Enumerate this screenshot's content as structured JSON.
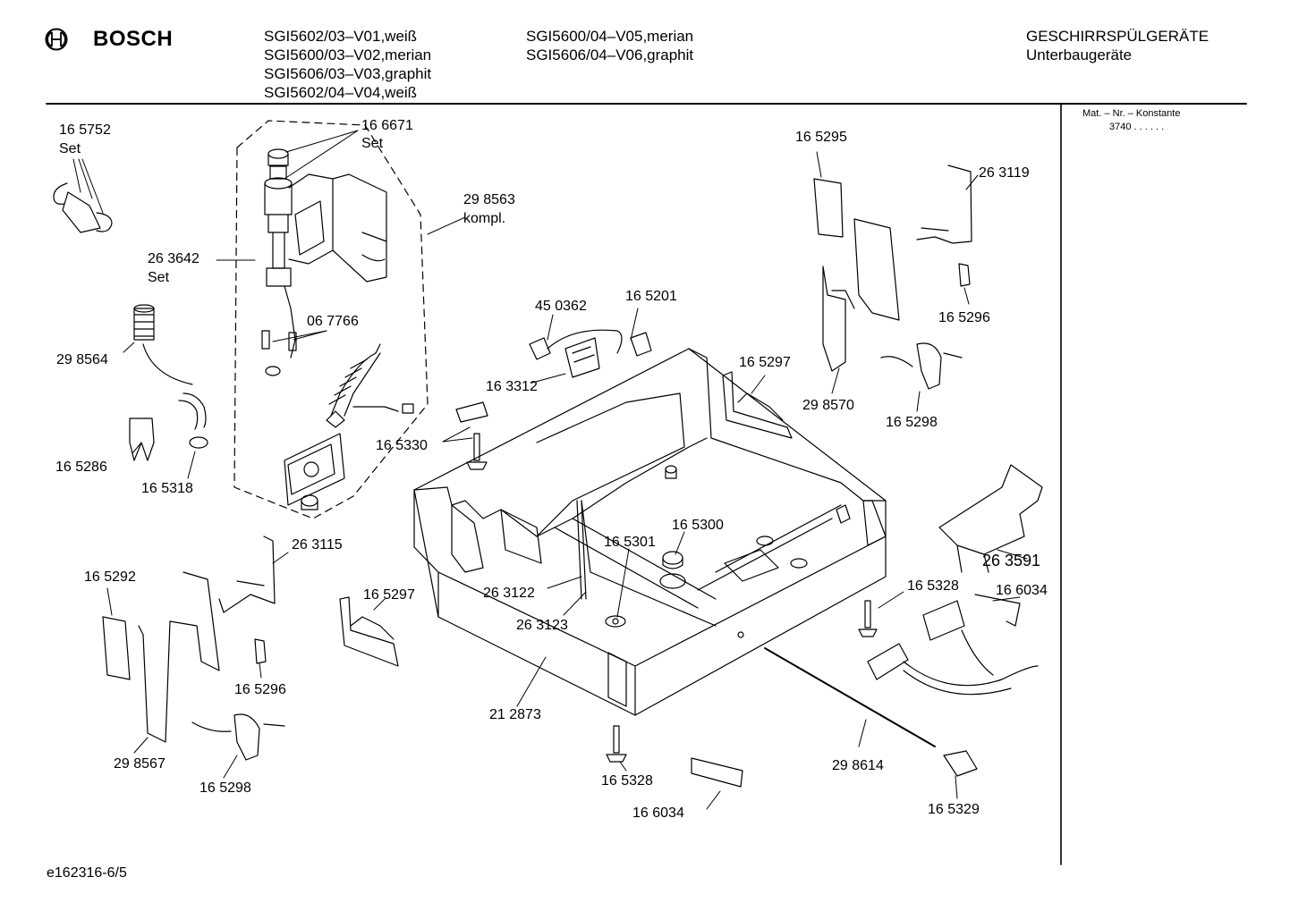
{
  "header": {
    "brand": "BOSCH",
    "models_col1": [
      "SGI5602/03–V01,weiß",
      "SGI5600/03–V02,merian",
      "SGI5606/03–V03,graphit",
      "SGI5602/04–V04,weiß"
    ],
    "models_col2": [
      "SGI5600/04–V05,merian",
      "SGI5606/04–V06,graphit"
    ],
    "category": "GESCHIRRSPÜLGERÄTE",
    "subcategory": "Unterbaugeräte"
  },
  "sidebar": {
    "mat_nr_label": "Mat. – Nr. – Konstante",
    "mat_nr_value": "3740 . . . . . ."
  },
  "parts": {
    "p165752": "16 5752",
    "set1": "Set",
    "p166671": "16 6671",
    "set2": "Set",
    "p298563": "29 8563",
    "kompl": "kompl.",
    "p263642": "26 3642",
    "set3": "Set",
    "p067766": "06 7766",
    "p298564": "29 8564",
    "p165286": "16 5286",
    "p165318": "16 5318",
    "p450362": "45 0362",
    "p165201": "16 5201",
    "p163312": "16 3312",
    "p165330": "16 5330",
    "p165295": "16 5295",
    "p263119": "26 3119",
    "p165296a": "16 5296",
    "p165297a": "16 5297",
    "p298570": "29 8570",
    "p165298a": "16 5298",
    "p263115": "26 3115",
    "p165292": "16 5292",
    "p165297b": "16 5297",
    "p165296b": "16 5296",
    "p298567": "29 8567",
    "p165298b": "16 5298",
    "p165301": "16 5301",
    "p165300": "16 5300",
    "p263122": "26 3122",
    "p263123": "26 3123",
    "p212873": "21 2873",
    "p165328a": "16 5328",
    "p166034a": "16 6034",
    "p263591": "26 3591",
    "p165328b": "16 5328",
    "p166034b": "16 6034",
    "p298614": "29 8614",
    "p165329": "16 5329"
  },
  "footer": {
    "drawing_id": "e162316-6/5"
  }
}
